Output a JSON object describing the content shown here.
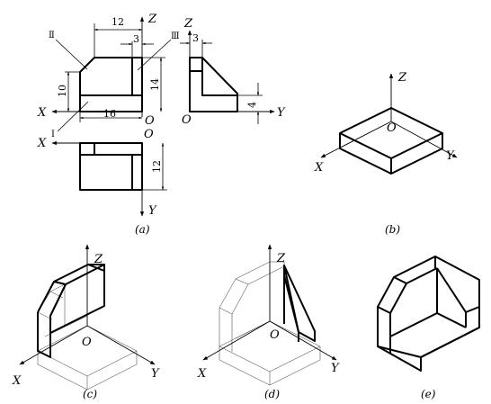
{
  "axes": {
    "x": "X",
    "y": "Y",
    "z": "Z",
    "o": "O"
  },
  "dims": {
    "d12": "12",
    "d3": "3",
    "d10": "10",
    "d14": "14",
    "d16": "16",
    "d4": "4",
    "d12b": "12"
  },
  "roman": {
    "r1": "Ⅰ",
    "r2": "Ⅱ",
    "r3": "Ⅲ"
  },
  "captions": {
    "a": "(a)",
    "b": "(b)",
    "c": "(c)",
    "d": "(d)",
    "e": "(e)"
  }
}
